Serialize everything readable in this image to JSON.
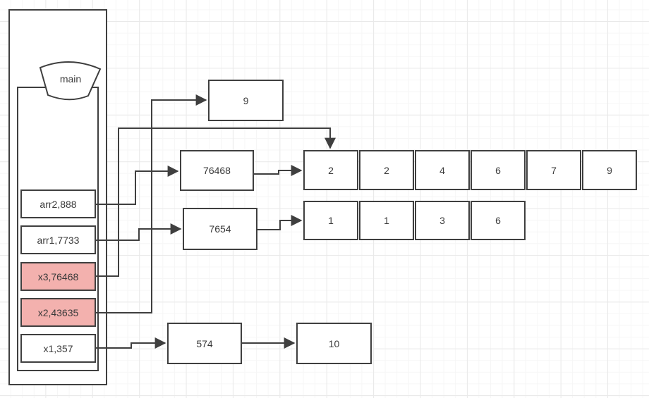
{
  "frame": {
    "label": "main"
  },
  "stack": {
    "items": [
      {
        "label": "arr2,888",
        "highlighted": false
      },
      {
        "label": "arr1,7733",
        "highlighted": false
      },
      {
        "label": "x3,76468",
        "highlighted": true
      },
      {
        "label": "x2,43635",
        "highlighted": true
      },
      {
        "label": "x1,357",
        "highlighted": false
      }
    ]
  },
  "nodes": {
    "nine": {
      "value": "9"
    },
    "n76468": {
      "value": "76468"
    },
    "n7654": {
      "value": "7654"
    },
    "n574": {
      "value": "574"
    },
    "n10": {
      "value": "10"
    }
  },
  "arrays": {
    "top": {
      "cells": [
        "2",
        "2",
        "4",
        "6",
        "7",
        "9"
      ]
    },
    "bottom": {
      "cells": [
        "1",
        "1",
        "3",
        "6"
      ]
    }
  },
  "edges": [
    {
      "from": "arr2,888",
      "to": "76468"
    },
    {
      "from": "arr1,7733",
      "to": "7654"
    },
    {
      "from": "x3,76468",
      "to": "array-top-cell-0"
    },
    {
      "from": "x2,43635",
      "to": "9"
    },
    {
      "from": "x1,357",
      "to": "574"
    },
    {
      "from": "76468",
      "to": "array-top"
    },
    {
      "from": "7654",
      "to": "array-bottom"
    },
    {
      "from": "574",
      "to": "10"
    }
  ],
  "colors": {
    "stroke": "#3f3f3f",
    "highlight_fill": "#f3b1ae",
    "text": "#3a3a3a",
    "background": "#ffffff"
  }
}
